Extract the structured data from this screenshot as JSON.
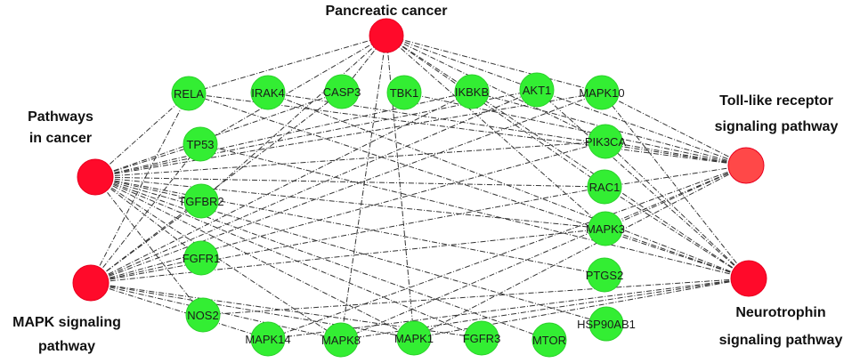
{
  "colors": {
    "gene_node": "#33ee33",
    "pathway_node": "#ff0a2a",
    "pathway_node_light": "#ff4848",
    "edge": "#333333"
  },
  "pathways": [
    {
      "id": "pancreatic",
      "lines": [
        "Pancreatic cancer"
      ]
    },
    {
      "id": "pathways-in-cancer",
      "lines": [
        "Pathways",
        "in cancer"
      ]
    },
    {
      "id": "mapk-signaling",
      "lines": [
        "MAPK signaling",
        "pathway"
      ]
    },
    {
      "id": "toll-like",
      "lines": [
        "Toll-like receptor",
        "signaling pathway"
      ]
    },
    {
      "id": "neurotrophin",
      "lines": [
        "Neurotrophin",
        "signaling pathway"
      ]
    }
  ],
  "genes": [
    "RELA",
    "IRAK4",
    "CASP3",
    "TBK1",
    "IKBKB",
    "AKT1",
    "MAPK10",
    "TP53",
    "PIK3CA",
    "RAC1",
    "TGFBR2",
    "MAPK3",
    "FGFR1",
    "PTGS2",
    "NOS2",
    "HSP90AB1",
    "MAPK14",
    "MAPK8",
    "MAPK1",
    "FGFR3",
    "MTOR"
  ],
  "edges": [
    [
      "pancreatic",
      "RELA"
    ],
    [
      "pancreatic",
      "CASP3"
    ],
    [
      "pancreatic",
      "IKBKB"
    ],
    [
      "pancreatic",
      "AKT1"
    ],
    [
      "pancreatic",
      "MAPK10"
    ],
    [
      "pancreatic",
      "PIK3CA"
    ],
    [
      "pancreatic",
      "RAC1"
    ],
    [
      "pancreatic",
      "TGFBR2"
    ],
    [
      "pancreatic",
      "MAPK3"
    ],
    [
      "pancreatic",
      "MAPK8"
    ],
    [
      "pancreatic",
      "MAPK1"
    ],
    [
      "pancreatic",
      "TP53"
    ],
    [
      "pathways-in-cancer",
      "RELA"
    ],
    [
      "pathways-in-cancer",
      "CASP3"
    ],
    [
      "pathways-in-cancer",
      "IKBKB"
    ],
    [
      "pathways-in-cancer",
      "AKT1"
    ],
    [
      "pathways-in-cancer",
      "MAPK10"
    ],
    [
      "pathways-in-cancer",
      "TP53"
    ],
    [
      "pathways-in-cancer",
      "PIK3CA"
    ],
    [
      "pathways-in-cancer",
      "RAC1"
    ],
    [
      "pathways-in-cancer",
      "TGFBR2"
    ],
    [
      "pathways-in-cancer",
      "MAPK3"
    ],
    [
      "pathways-in-cancer",
      "FGFR1"
    ],
    [
      "pathways-in-cancer",
      "PTGS2"
    ],
    [
      "pathways-in-cancer",
      "NOS2"
    ],
    [
      "pathways-in-cancer",
      "HSP90AB1"
    ],
    [
      "pathways-in-cancer",
      "MAPK8"
    ],
    [
      "pathways-in-cancer",
      "MAPK1"
    ],
    [
      "pathways-in-cancer",
      "FGFR3"
    ],
    [
      "pathways-in-cancer",
      "MTOR"
    ],
    [
      "mapk-signaling",
      "RELA"
    ],
    [
      "mapk-signaling",
      "CASP3"
    ],
    [
      "mapk-signaling",
      "IKBKB"
    ],
    [
      "mapk-signaling",
      "AKT1"
    ],
    [
      "mapk-signaling",
      "MAPK10"
    ],
    [
      "mapk-signaling",
      "TP53"
    ],
    [
      "mapk-signaling",
      "PIK3CA"
    ],
    [
      "mapk-signaling",
      "RAC1"
    ],
    [
      "mapk-signaling",
      "TGFBR2"
    ],
    [
      "mapk-signaling",
      "MAPK3"
    ],
    [
      "mapk-signaling",
      "FGFR1"
    ],
    [
      "mapk-signaling",
      "MAPK14"
    ],
    [
      "mapk-signaling",
      "MAPK8"
    ],
    [
      "mapk-signaling",
      "MAPK1"
    ],
    [
      "mapk-signaling",
      "FGFR3"
    ],
    [
      "toll-like",
      "RELA"
    ],
    [
      "toll-like",
      "IRAK4"
    ],
    [
      "toll-like",
      "TBK1"
    ],
    [
      "toll-like",
      "IKBKB"
    ],
    [
      "toll-like",
      "AKT1"
    ],
    [
      "toll-like",
      "MAPK10"
    ],
    [
      "toll-like",
      "PIK3CA"
    ],
    [
      "toll-like",
      "RAC1"
    ],
    [
      "toll-like",
      "MAPK3"
    ],
    [
      "toll-like",
      "MAPK14"
    ],
    [
      "toll-like",
      "MAPK8"
    ],
    [
      "toll-like",
      "MAPK1"
    ],
    [
      "neurotrophin",
      "RELA"
    ],
    [
      "neurotrophin",
      "IRAK4"
    ],
    [
      "neurotrophin",
      "IKBKB"
    ],
    [
      "neurotrophin",
      "AKT1"
    ],
    [
      "neurotrophin",
      "TP53"
    ],
    [
      "neurotrophin",
      "PIK3CA"
    ],
    [
      "neurotrophin",
      "RAC1"
    ],
    [
      "neurotrophin",
      "MAPK3"
    ],
    [
      "neurotrophin",
      "MAPK14"
    ],
    [
      "neurotrophin",
      "MAPK8"
    ],
    [
      "neurotrophin",
      "MAPK1"
    ],
    [
      "neurotrophin",
      "NOS2"
    ],
    [
      "neurotrophin",
      "MAPK10"
    ]
  ]
}
